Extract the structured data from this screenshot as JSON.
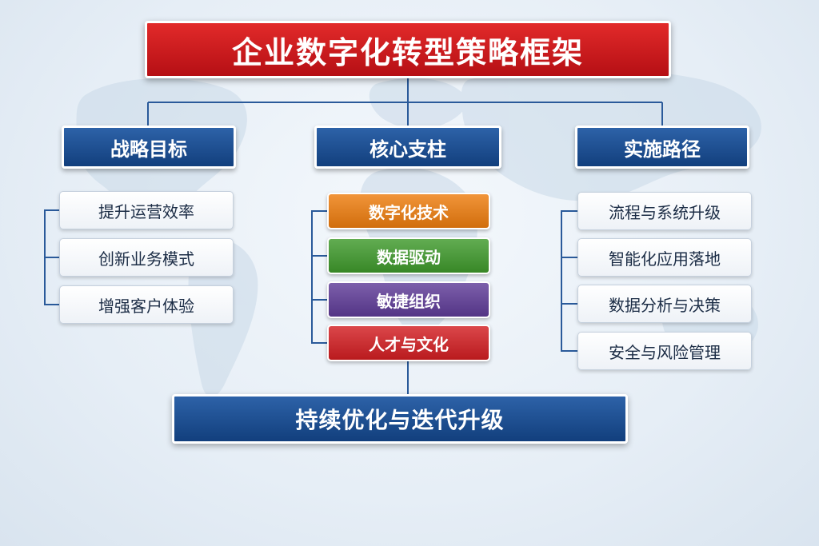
{
  "title": "企业数字化转型策略框架",
  "columns": [
    {
      "heading": "战略目标",
      "items": [
        "提升运营效率",
        "创新业务模式",
        "增强客户体验"
      ]
    },
    {
      "heading": "核心支柱",
      "items": [
        {
          "label": "数字化技术",
          "color": "#ee7d0e"
        },
        {
          "label": "数据驱动",
          "color": "#3f9a2c"
        },
        {
          "label": "敏捷组织",
          "color": "#5f3c98"
        },
        {
          "label": "人才与文化",
          "color": "#d31e22"
        }
      ]
    },
    {
      "heading": "实施路径",
      "items": [
        "流程与系统升级",
        "智能化应用落地",
        "数据分析与决策",
        "安全与风险管理"
      ]
    }
  ],
  "footer": "持续优化与迭代升级",
  "colors": {
    "title_red": "#c8161d",
    "heading_blue": "#1a4a8c",
    "connector_blue": "#2a5a9a"
  }
}
